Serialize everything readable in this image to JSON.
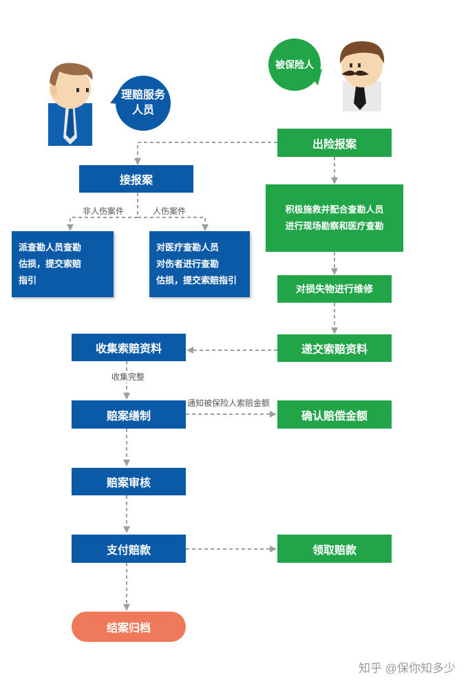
{
  "actors": {
    "staff_label": "理赔服务\n人员",
    "insured_label": "被保险人"
  },
  "nodes": {
    "report": "出险报案",
    "receive": "接报案",
    "rescue": "积极施救并配合查勘人员\n进行现场勘察和医疗查勘",
    "non_injury": "派查勘人员查勘\n估损，提交索赔\n指引",
    "injury": "对医疗查勘人员\n对伤者进行查勘\n估损，提交索赔指引",
    "repair": "对损失物进行维修",
    "collect": "收集索赔资料",
    "submit": "递交索赔资料",
    "compile": "赔案缮制",
    "confirm": "确认赔偿金额",
    "review": "赔案审核",
    "pay": "支付赔款",
    "receive_pay": "领取赔款",
    "archive": "结案归档"
  },
  "edge_labels": {
    "non_injury_case": "非人伤案件",
    "injury_case": "人伤案件",
    "collect_done": "收集完整",
    "notify_amount": "通知被保险人索赔金额"
  },
  "watermark": "知乎 @保你知多少",
  "colors": {
    "blue": "#0b5aa8",
    "green": "#21a548",
    "orange": "#ee7a5b",
    "arrow": "#9e9e9e"
  }
}
